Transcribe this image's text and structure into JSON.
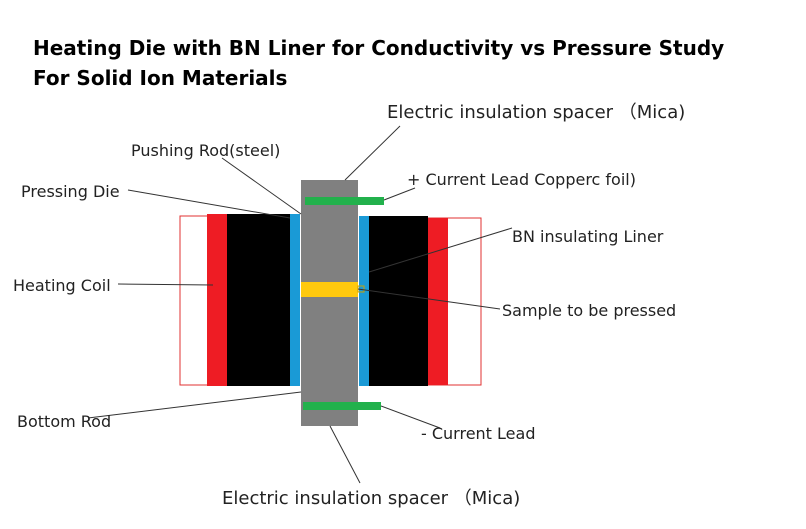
{
  "title": {
    "line1": "Heating Die with BN Liner for Conductivity vs Pressure Study",
    "line2": "For Solid Ion Materials"
  },
  "labels": {
    "top_spacer": "Electric insulation spacer （Mica)",
    "pushing_rod": "Pushing Rod(steel)",
    "plus_lead": "+ Current Lead Copperc foil)",
    "pressing_die": "Pressing Die",
    "bn_liner": "BN insulating Liner",
    "heating_coil": "Heating Coil",
    "sample": "Sample to be pressed",
    "bottom_rod": "Bottom Rod",
    "minus_lead": "- Current Lead",
    "bottom_spacer": "Electric insulation spacer （Mica)"
  },
  "colors": {
    "heating_coil": "#ee1c24",
    "coil_outline": "#e03030",
    "pressing_die": "#000000",
    "bn_liner": "#1a9ad6",
    "rod": "#808080",
    "current_lead": "#22b14c",
    "sample": "#ffc90e"
  }
}
